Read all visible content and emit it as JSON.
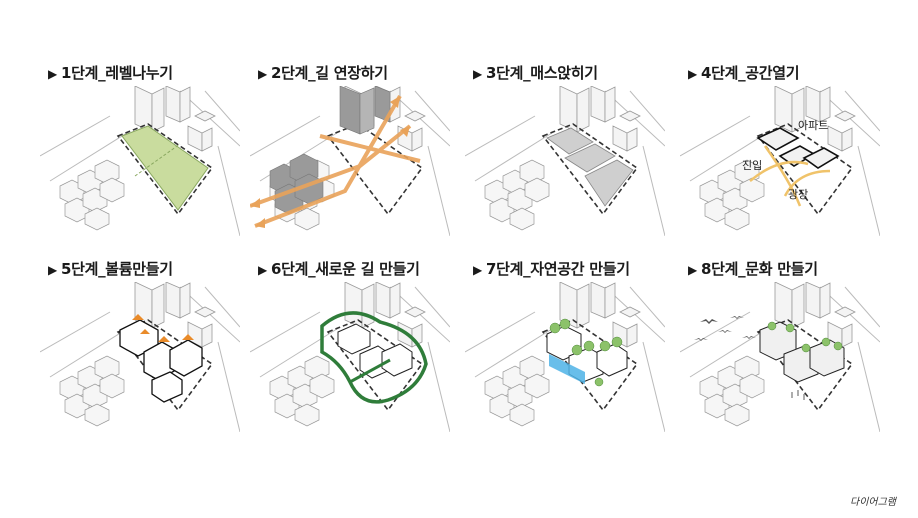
{
  "steps": [
    {
      "marker": "▶",
      "title": "1단계_레벨나누기"
    },
    {
      "marker": "▶",
      "title": "2단계_길 연장하기"
    },
    {
      "marker": "▶",
      "title": "3단계_매스앉히기"
    },
    {
      "marker": "▶",
      "title": "4단계_공간열기",
      "labels": {
        "apt": "아파트",
        "entry": "진입",
        "plaza": "광장"
      }
    },
    {
      "marker": "▶",
      "title": "5단계_볼륨만들기"
    },
    {
      "marker": "▶",
      "title": "6단계_새로운 길 만들기"
    },
    {
      "marker": "▶",
      "title": "7단계_자연공간 만들기"
    },
    {
      "marker": "▶",
      "title": "8단계_문화 만들기"
    }
  ],
  "credit": "다이어그램",
  "colors": {
    "site_green": "#c9dc9e",
    "path_orange": "#e9a35a",
    "mass_gray": "#cfcfcf",
    "route_green": "#2f7d3a",
    "water_blue": "#4db3e6",
    "tree_green": "#8cc26a",
    "roof_orange": "#e98b2a"
  }
}
